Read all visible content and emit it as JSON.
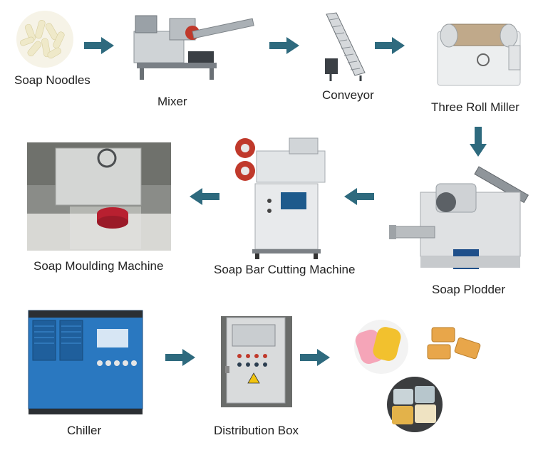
{
  "labels": {
    "soap_noodles": "Soap Noodles",
    "mixer": "Mixer",
    "conveyor": "Conveyor",
    "three_roll_miller": "Three Roll Miller",
    "soap_plodder": "Soap Plodder",
    "soap_bar_cutting_machine": "Soap Bar Cutting Machine",
    "soap_moulding_machine": "Soap Moulding Machine",
    "chiller": "Chiller",
    "distribution_box": "Distribution Box"
  },
  "colors": {
    "arrow": "#2e6a7e",
    "machine_grey": "#c9cccf",
    "chiller_blue": "#2a78c0",
    "box_panel": "#d9d9d9",
    "soap_yellow": "#f2c12e",
    "soap_pink": "#f5a5b8",
    "soap_orange": "#e8a64a"
  }
}
